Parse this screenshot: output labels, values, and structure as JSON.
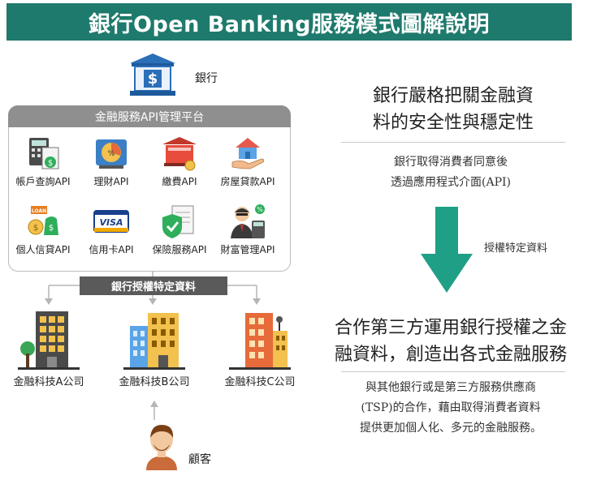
{
  "title": "銀行Open Banking服務模式圖解說明",
  "bank": {
    "label": "銀行",
    "icon": "bank-building-icon"
  },
  "platform": {
    "header": "金融服務API管理平台",
    "apis": [
      {
        "label": "帳戶查詢API",
        "icon": "account-inquiry-icon"
      },
      {
        "label": "理財API",
        "icon": "wealth-management-icon"
      },
      {
        "label": "繳費API",
        "icon": "bill-payment-icon"
      },
      {
        "label": "房屋貸款API",
        "icon": "mortgage-icon"
      },
      {
        "label": "個人信貸API",
        "icon": "personal-loan-icon"
      },
      {
        "label": "信用卡API",
        "icon": "credit-card-icon"
      },
      {
        "label": "保險服務API",
        "icon": "insurance-icon"
      },
      {
        "label": "財富管理API",
        "icon": "asset-management-icon"
      }
    ]
  },
  "auth_bar": "銀行授權特定資料",
  "companies": [
    {
      "label": "金融科技A公司",
      "icon": "office-building-icon"
    },
    {
      "label": "金融科技B公司",
      "icon": "office-building-icon"
    },
    {
      "label": "金融科技C公司",
      "icon": "office-building-icon"
    }
  ],
  "customer": {
    "label": "顧客",
    "icon": "customer-avatar-icon"
  },
  "right": {
    "heading1": [
      "銀行嚴格把關金融資",
      "料的安全性與穩定性"
    ],
    "body1": [
      "銀行取得消費者同意後",
      "透過應用程式介面(API)"
    ],
    "arrow_label": "授權特定資料",
    "heading2": [
      "合作第三方運用銀行授權之金",
      "融資料，創造出各式金融服務"
    ],
    "body2": [
      "與其他銀行或是第三方服務供應商",
      "(TSP)的合作，藉由取得消費者資料",
      "提供更加個人化、多元的金融服務。"
    ]
  },
  "colors": {
    "title_bg": "#1e7a6c",
    "arrow": "#1f9f86",
    "header_gray": "#8f8f8f",
    "auth_gray": "#5a5a5a"
  }
}
